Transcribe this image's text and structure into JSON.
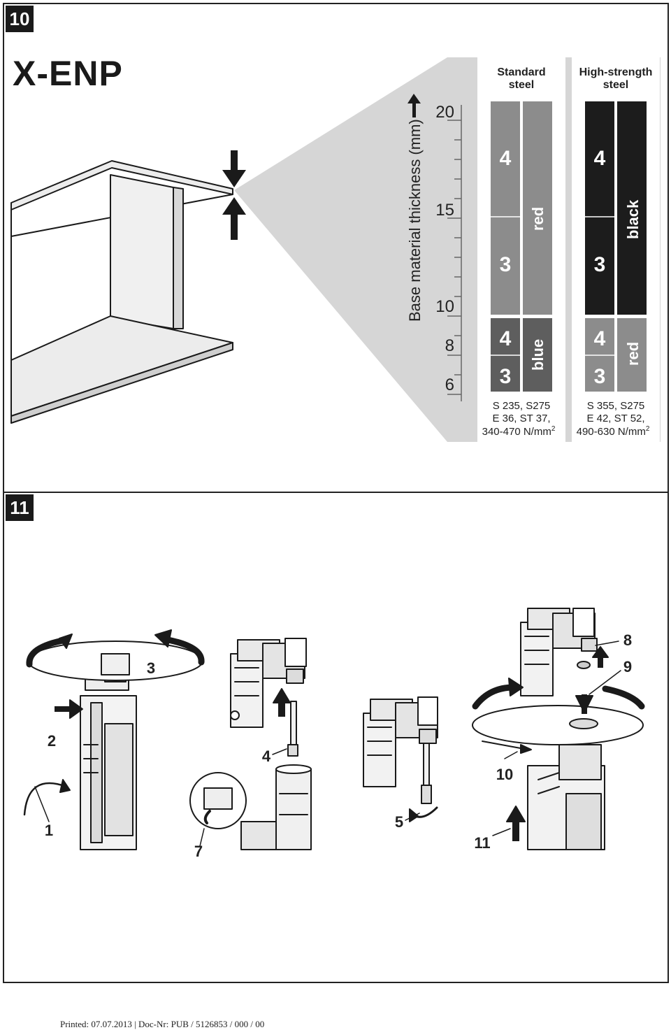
{
  "panel10": {
    "step": "10",
    "title": "X-ENP",
    "axis_label": "Base material thickness (mm)",
    "ticks": [
      "20",
      "15",
      "10",
      "8",
      "6"
    ],
    "standard": {
      "header_line1": "Standard",
      "header_line2": "steel",
      "upper_values": [
        "4",
        "3"
      ],
      "lower_values": [
        "4",
        "3"
      ],
      "upper_color_label": "red",
      "lower_color_label": "blue",
      "spec_line1": "S 235, S275",
      "spec_line2": "E 36, ST 37,",
      "spec_line3": "340-470 N/mm",
      "spec_sup": "2"
    },
    "highstrength": {
      "header_line1": "High-strength",
      "header_line2": "steel",
      "upper_values": [
        "4",
        "3"
      ],
      "lower_values": [
        "4",
        "3"
      ],
      "upper_color_label": "black",
      "lower_color_label": "red",
      "spec_line1": "S 355, S275",
      "spec_line2": "E 42, ST 52,",
      "spec_line3": "490-630 N/mm",
      "spec_sup": "2"
    },
    "colors": {
      "mid_gray": "#8c8c8c",
      "dark_gray": "#5e5e5e",
      "black": "#1c1c1c",
      "light_gray": "#d6d6d6"
    }
  },
  "panel11": {
    "step": "11",
    "callouts": [
      "1",
      "2",
      "3",
      "4",
      "5",
      "7",
      "8",
      "9",
      "10",
      "11"
    ]
  },
  "footer": {
    "text": "Printed: 07.07.2013 | Doc-Nr: PUB / 5126853 / 000 / 00"
  }
}
